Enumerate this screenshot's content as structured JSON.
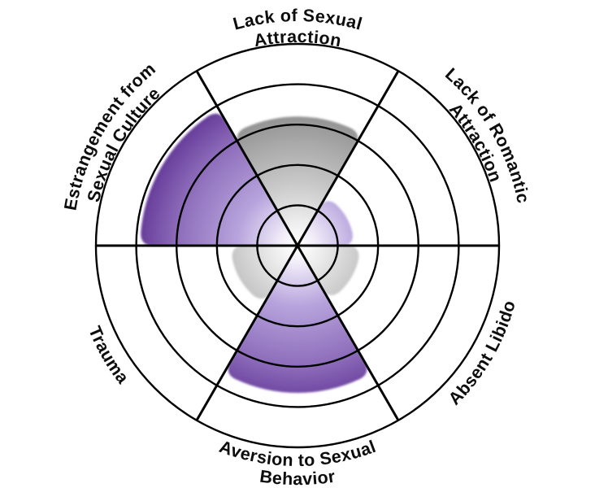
{
  "chart_data": {
    "type": "polar_rose",
    "title": "",
    "scale_max": 5,
    "rings": 5,
    "spoke_angles_deg": [
      0,
      60,
      120
    ],
    "grid_color": "#000000",
    "background": "#ffffff",
    "label_color": "#0d0d0d",
    "palette": {
      "purple_outer": "#46207b",
      "purple_mid": "#8d6cba",
      "purple_light": "#b7a4dd",
      "gray_outer": "#5a5a5a",
      "gray_mid": "#929292",
      "gray_light": "#c9c9c9",
      "center_fill": "#ffffff"
    },
    "sectors": [
      {
        "label": "Lack of Sexual Attraction",
        "label_lines": [
          "Lack of Sexual",
          "Attraction"
        ],
        "value": 3.2,
        "color": "gray",
        "angle_start": 60,
        "angle_end": 120
      },
      {
        "label": "Lack of Romantic Attraction",
        "label_lines": [
          "Lack of Romantic",
          "Attraction"
        ],
        "value": 1.4,
        "color": "purple",
        "angle_start": 0,
        "angle_end": 60
      },
      {
        "label": "Absent Libido",
        "label_lines": [
          "Absent Libido"
        ],
        "value": 1.55,
        "color": "gray",
        "angle_start": 300,
        "angle_end": 360
      },
      {
        "label": "Aversion to Sexual Behavior",
        "label_lines": [
          "Aversion to Sexual",
          "Behavior"
        ],
        "value": 3.65,
        "color": "purple",
        "angle_start": 240,
        "angle_end": 300
      },
      {
        "label": "Trauma",
        "label_lines": [
          "Trauma"
        ],
        "value": 1.65,
        "color": "gray",
        "angle_start": 180,
        "angle_end": 240
      },
      {
        "label": "Estrangement from Sexual Culture",
        "label_lines": [
          "Estrangement from",
          "Sexual Culture"
        ],
        "value": 3.9,
        "color": "purple",
        "angle_start": 120,
        "angle_end": 180
      }
    ]
  }
}
